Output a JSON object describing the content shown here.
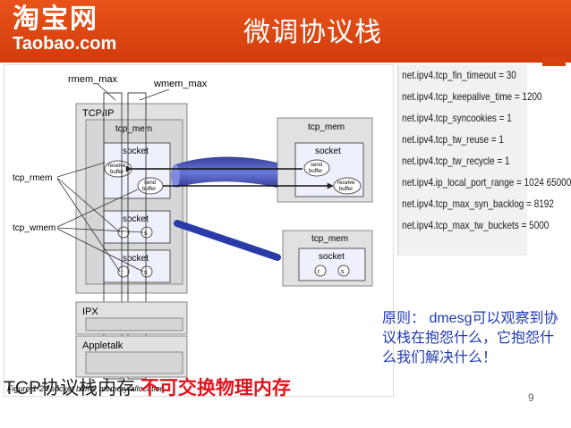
{
  "header": {
    "logo_cn": "淘宝网",
    "logo_en": "Taobao.com",
    "title": "微调协议栈"
  },
  "figure": {
    "labels": {
      "rmem_max": "rmem_max",
      "wmem_max": "wmem_max",
      "tcp_ip": "TCP/IP",
      "tcp_mem": "tcp_mem",
      "socket": "socket",
      "receive_buffer": [
        "receive",
        "buffer"
      ],
      "send_buffer": [
        "send",
        "buffer"
      ],
      "tcp_rmem": "tcp_rmem",
      "tcp_wmem": "tcp_wmem",
      "r": "r",
      "s": "s",
      "ipx": "IPX",
      "appletalk": "Appletalk"
    },
    "caption": "Figure 1-24   socket buffer memory allocation"
  },
  "params": [
    "net.ipv4.tcp_fin_timeout = 30",
    "net.ipv4.tcp_keepalive_time = 1200",
    "net.ipv4.tcp_syncookies = 1",
    "net.ipv4.tcp_tw_reuse = 1",
    "net.ipv4.tcp_tw_recycle = 1",
    "net.ipv4.ip_local_port_range = 1024 65000",
    "net.ipv4.tcp_max_syn_backlog = 8192",
    "net.ipv4.tcp_max_tw_buckets = 5000"
  ],
  "note": "原则： dmesg可以观察到协议栈在抱怨什么，它抱怨什么我们解决什么！",
  "page_number": "9",
  "footer": {
    "prefix": "TCP协议栈内存 ",
    "highlight": "不可交换物理内存"
  },
  "colors": {
    "brand": "#d6410f",
    "note": "#1f3ab0",
    "highlight": "#e0141e",
    "pipe": "#2a3aa8"
  }
}
